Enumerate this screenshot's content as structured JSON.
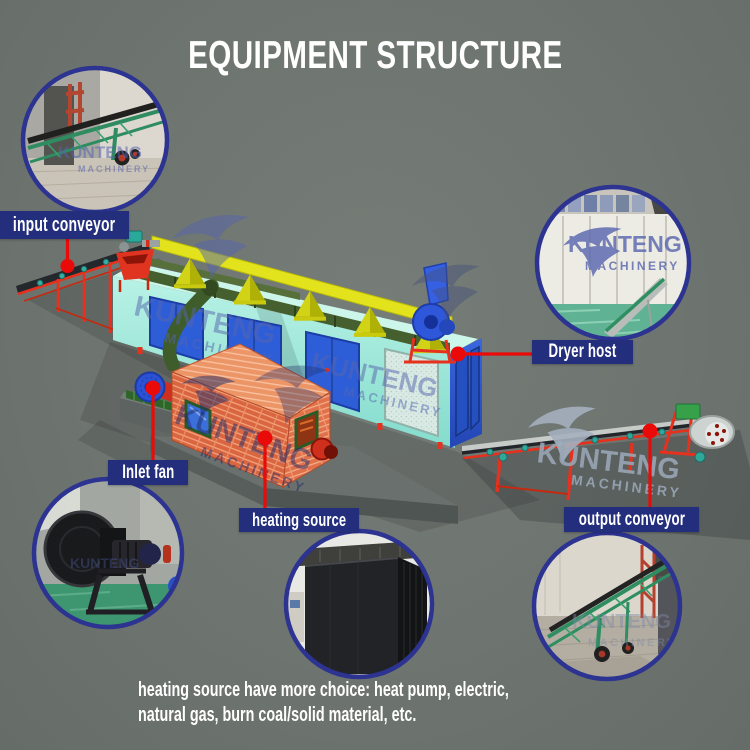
{
  "title": "EQUIPMENT STRUCTURE",
  "brand": {
    "name": "KUNTENG",
    "sub": "MACHINERY"
  },
  "callouts": {
    "input_conveyor": {
      "label": "input conveyor"
    },
    "dryer_host": {
      "label": "Dryer host"
    },
    "inlet_fan": {
      "label": "Inlet fan"
    },
    "heating_source": {
      "label": "heating source"
    },
    "output_conveyor": {
      "label": "output conveyor"
    }
  },
  "footer": {
    "line1": "heating source have more choice: heat pump, electric,",
    "line2": "natural gas, burn coal/solid material, etc."
  },
  "colors": {
    "background": "#6e746f",
    "label_background": "#232e7c",
    "circle_ring": "#2c3390",
    "connector_red": "#ea0a08",
    "title_text": "#ffffff",
    "dryer_body_cyan": "#9ae6d8",
    "dryer_door_blue": "#2d5ed8",
    "truss_yellow": "#e2e31c",
    "duct_green": "#45602e",
    "brick_orange": "#d96640",
    "blower_blue": "#2b55d6",
    "watermark_blue": "#5765ae"
  }
}
